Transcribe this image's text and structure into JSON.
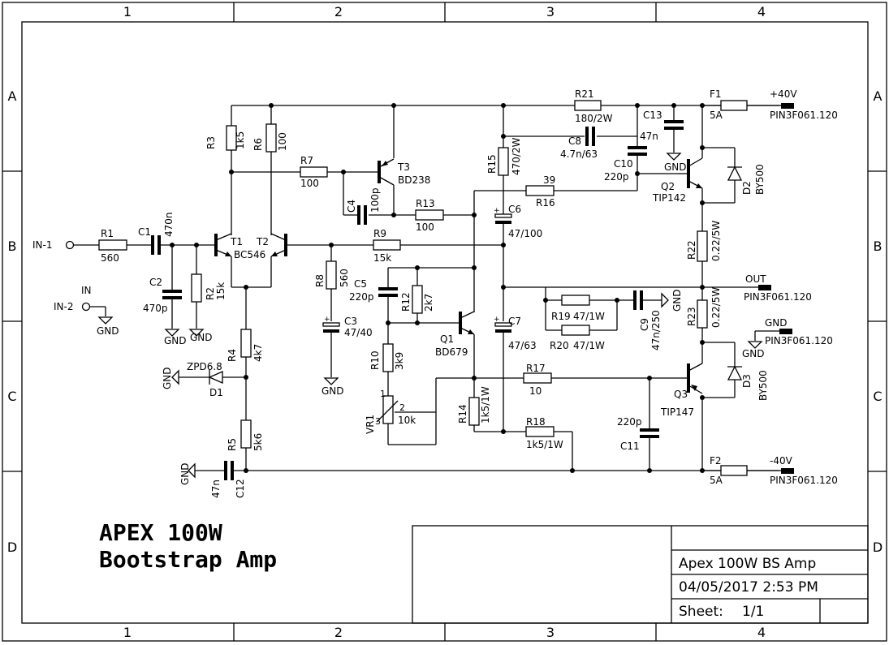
{
  "title_block": {
    "title": "Apex 100W BS Amp",
    "datetime": "04/05/2017 2:53 PM",
    "sheet_label": "Sheet:",
    "sheet_value": "1/1"
  },
  "heading": {
    "line1": "APEX 100W",
    "line2": "Bootstrap Amp"
  },
  "grid": {
    "columns": [
      "1",
      "2",
      "3",
      "4"
    ],
    "rows": [
      "A",
      "B",
      "C",
      "D"
    ]
  },
  "ports": {
    "in1": "IN-1",
    "in2": "IN-2",
    "in": "IN",
    "gnd": "GND",
    "out": "OUT",
    "plus40": "+40V",
    "minus40": "-40V",
    "gnd_top": "GND",
    "pin": "PIN3F061.120"
  },
  "components": {
    "R1": [
      "R1",
      "560"
    ],
    "R2": [
      "R2",
      "15k"
    ],
    "R3": [
      "R3",
      "1k5"
    ],
    "R4": [
      "R4",
      "4k7"
    ],
    "R5": [
      "R5",
      "5k6"
    ],
    "R6": [
      "R6",
      "100"
    ],
    "R7": [
      "R7",
      "100"
    ],
    "R8": [
      "R8",
      "560"
    ],
    "R9": [
      "R9",
      "15k"
    ],
    "R10": [
      "R10",
      "3k9"
    ],
    "R12": [
      "R12",
      "2k7"
    ],
    "R13": [
      "R13",
      "100"
    ],
    "R14": [
      "R14",
      "1k5/1W"
    ],
    "R15": [
      "R15",
      "470/2W"
    ],
    "R16": [
      "R16",
      "39"
    ],
    "R17": [
      "R17",
      "10"
    ],
    "R18": [
      "R18",
      "1k5/1W"
    ],
    "R19": [
      "R19",
      "47/1W"
    ],
    "R20": [
      "R20",
      "47/1W"
    ],
    "R21": [
      "R21",
      "180/2W"
    ],
    "R22": [
      "R22",
      "0.22/5W"
    ],
    "R23": [
      "R23",
      "0.22/5W"
    ],
    "C1": [
      "C1",
      "470n"
    ],
    "C2": [
      "C2",
      "470p"
    ],
    "C3": [
      "C3",
      "47/40"
    ],
    "C4": [
      "C4",
      "100p"
    ],
    "C5": [
      "C5",
      "220p"
    ],
    "C6": [
      "C6",
      "47/100"
    ],
    "C7": [
      "C7",
      "47/63"
    ],
    "C8": [
      "C8",
      "4.7n/63"
    ],
    "C9": [
      "C9",
      "47n/250"
    ],
    "C10": [
      "C10",
      "220p"
    ],
    "C11": [
      "C11",
      "220p"
    ],
    "C12": [
      "C12",
      "47n"
    ],
    "C13": [
      "C13",
      "47n"
    ],
    "T1": "T1",
    "T2": "T2",
    "T12": "BC546",
    "T3": [
      "T3",
      "BD238"
    ],
    "Q1": [
      "Q1",
      "BD679"
    ],
    "Q2": [
      "Q2",
      "TIP142"
    ],
    "Q3": [
      "Q3",
      "TIP147"
    ],
    "D1": [
      "D1",
      "ZPD6.8"
    ],
    "D2": [
      "D2",
      "BY500"
    ],
    "D3": [
      "D3",
      "BY500"
    ],
    "F1": [
      "F1",
      "5A"
    ],
    "F2": [
      "F2",
      "5A"
    ],
    "VR1": [
      "VR1",
      "10k"
    ],
    "pin1": "1",
    "pin2": "2",
    "pin3": "3"
  }
}
